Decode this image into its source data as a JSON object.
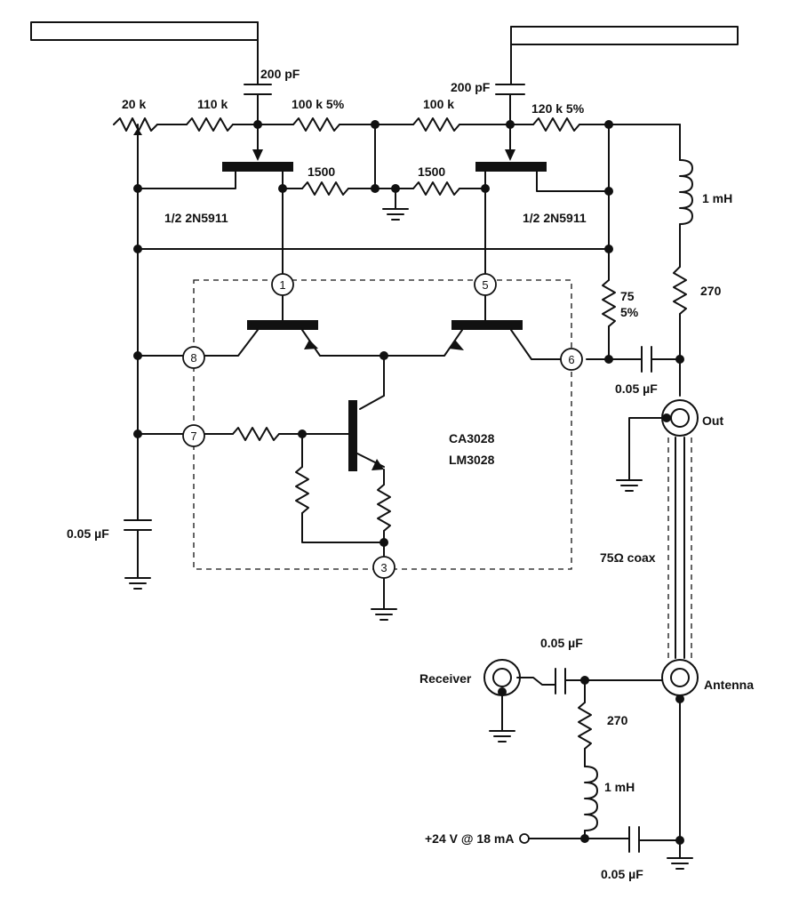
{
  "labels": {
    "c1": "200 pF",
    "c2": "200 pF",
    "pot": "20 k",
    "r110": "110 k",
    "r100a": "100 k  5%",
    "r100b": "100 k",
    "r120": "120 k  5%",
    "r1500a": "1500",
    "r1500b": "1500",
    "fet_left": "1/2 2N5911",
    "fet_right": "1/2 2N5911",
    "l_top": "1 mH",
    "r270_top": "270",
    "r75_a": "75",
    "r75_b": "5%",
    "c_out": "0.05 µF",
    "out": "Out",
    "ic_a": "CA3028",
    "ic_b": "LM3028",
    "c_left": "0.05 µF",
    "coax": "75Ω coax",
    "c_rx": "0.05 µF",
    "receiver": "Receiver",
    "antenna": "Antenna",
    "r270_bot": "270",
    "l_bot": "1 mH",
    "supply": "+24 V @ 18 mA",
    "c_bot": "0.05 µF"
  },
  "pins": {
    "p1": "1",
    "p5": "5",
    "p8": "8",
    "p6": "6",
    "p7": "7",
    "p3": "3"
  }
}
